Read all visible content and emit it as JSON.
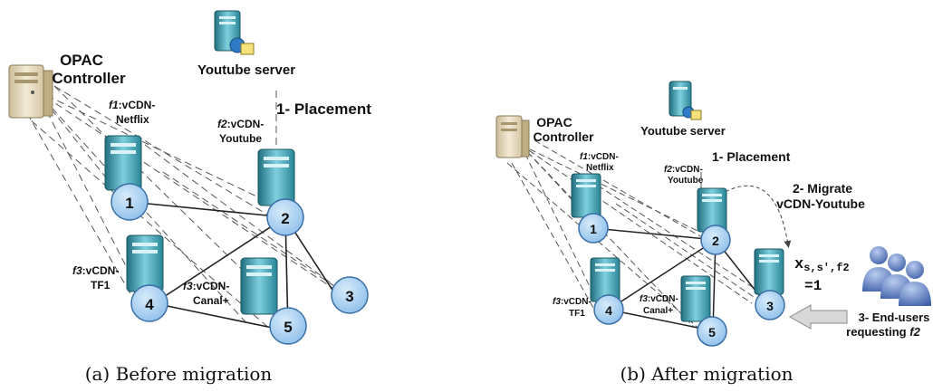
{
  "panel_a": {
    "controller_label_1": "OPAC",
    "controller_label_2": "Controller",
    "server_label": "Youtube server",
    "placement_label": "1- Placement",
    "f1_italic": "f1",
    "f1_rest": ":vCDN-",
    "f1_line2": "Netflix",
    "f2_italic": "f2",
    "f2_rest": ":vCDN-",
    "f2_line2": "Youtube",
    "f3a_italic": "f3",
    "f3a_rest": ":vCDN-",
    "f3a_line2": "TF1",
    "f3b_italic": "f3",
    "f3b_rest": ":vCDN-",
    "f3b_line2": "Canal+",
    "nodes": [
      "1",
      "2",
      "3",
      "4",
      "5"
    ],
    "caption": "(a) Before migration"
  },
  "panel_b": {
    "controller_label_1": "OPAC",
    "controller_label_2": "Controller",
    "server_label": "Youtube server",
    "placement_label": "1- Placement",
    "migrate_line1": "2- Migrate",
    "migrate_line2": "vCDN-Youtube",
    "f1_italic": "f1",
    "f1_rest": ":vCDN-",
    "f1_line2": "Netflix",
    "f2_italic": "f2",
    "f2_rest": ":vCDN-",
    "f2_line2": "Youtube",
    "f3a_italic": "f3",
    "f3a_rest": ":vCDN-",
    "f3a_line2": "TF1",
    "f3b_italic": "f3",
    "f3b_rest": ":vCDN-",
    "f3b_line2": "Canal+",
    "x_var": "x",
    "x_sub": "s,s',f2",
    "x_eq": "=1",
    "endusers_line1": "3- End-users",
    "endusers_line2": "requesting ",
    "endusers_f2": "f2",
    "nodes": [
      "1",
      "2",
      "3",
      "4",
      "5"
    ],
    "caption": "(b) After migration"
  },
  "colors": {
    "node_fill": "#9cc8ee",
    "node_stroke": "#3a6fa8",
    "server_body": "#2d8a9c",
    "server_light": "#8fd3e0",
    "controller_body": "#e8dcc0",
    "user_fill": "#5a7fc0"
  }
}
